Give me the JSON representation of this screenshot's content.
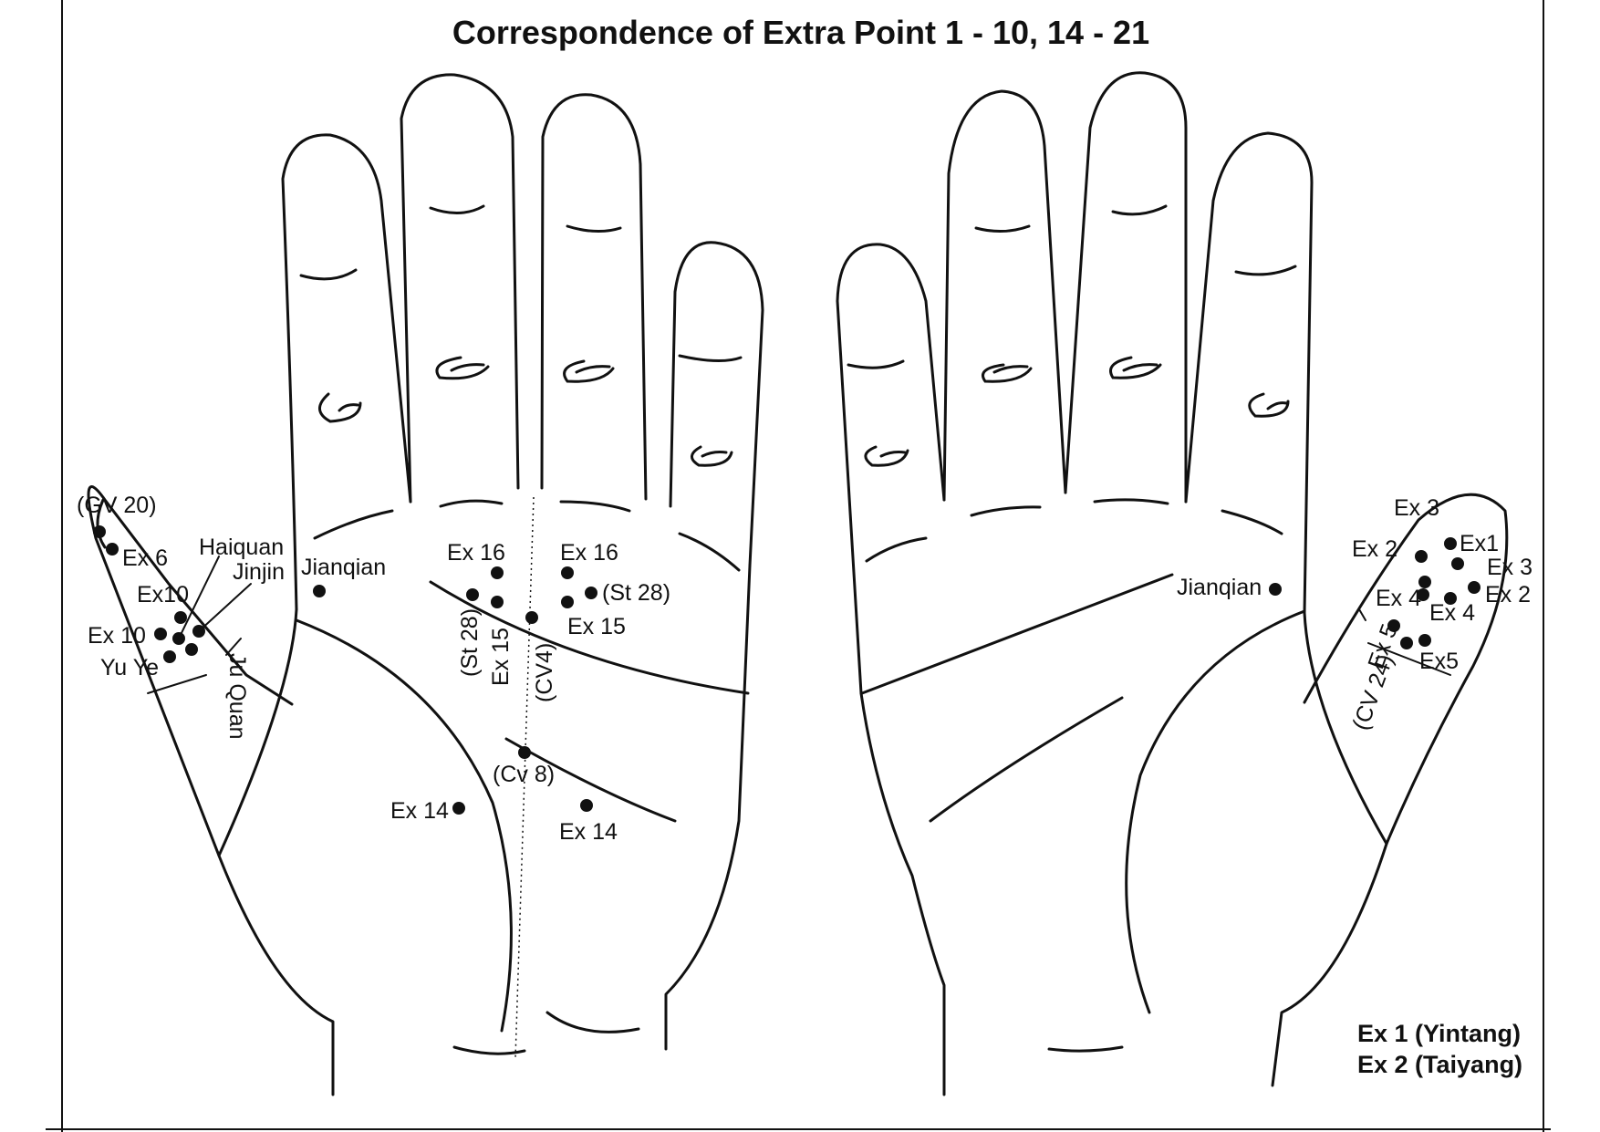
{
  "title": "Correspondence of Extra Point 1 - 10, 14 - 21",
  "legend": [
    "Ex 1 (Yintang)",
    "Ex  2 (Taiyang)"
  ],
  "left_hand": {
    "labels": {
      "gv20": "(GV 20)",
      "ex6": "Ex 6",
      "haiquan": "Haiquan",
      "jinjin": "Jinjin",
      "ex10_upper": "Ex10",
      "ex10_lower": "Ex 10",
      "yu_ye": "Yu Ye",
      "ju_quan": "Ju Quan",
      "jianqian": "Jianqian",
      "ex16_left": "Ex 16",
      "ex16_right": "Ex 16",
      "st28_right": "(St 28)",
      "st28_left": "(St 28)",
      "ex15_left": "Ex 15",
      "ex15_right": "Ex 15",
      "cv4": "(CV4)",
      "cv8": "(Cv 8)",
      "ex14_left": "Ex 14",
      "ex14_right": "Ex 14"
    }
  },
  "right_hand": {
    "labels": {
      "jianqian": "Jianqian",
      "ex3_top": "Ex 3",
      "ex2_left": "Ex 2",
      "ex1": "Ex1",
      "ex3_right": "Ex 3",
      "ex2_right": "Ex 2",
      "ex4_left": "Ex 4",
      "ex4_right": "Ex 4",
      "ex5_rotated": "Ex 5",
      "ex5_right": "Ex5",
      "cv24": "(CV 24)"
    }
  }
}
